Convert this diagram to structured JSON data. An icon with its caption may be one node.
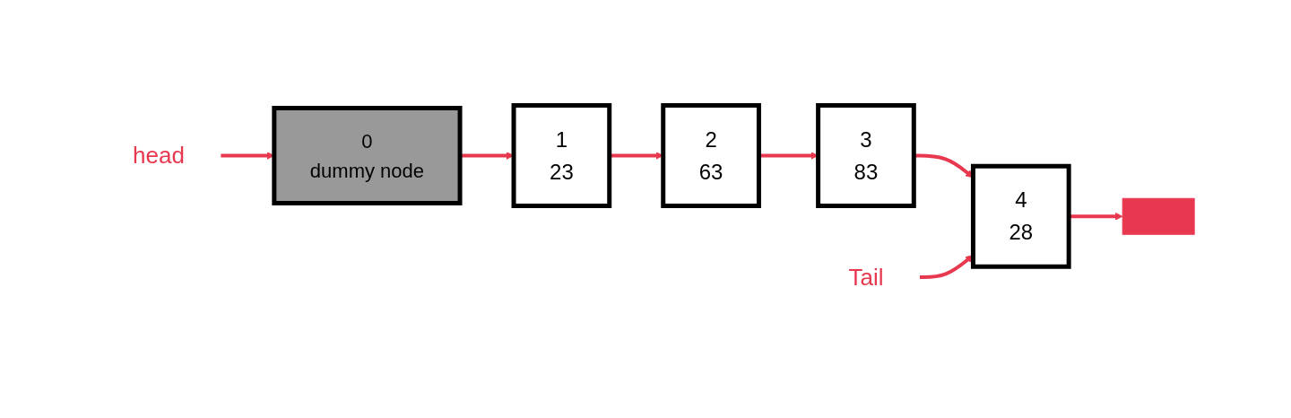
{
  "diagram": {
    "nodes": [
      {
        "text": [
          "head"
        ]
      },
      {
        "text": [
          "0",
          "dummy node"
        ]
      },
      {
        "text": [
          "1",
          "23"
        ]
      },
      {
        "text": [
          "2",
          "63"
        ]
      },
      {
        "text": [
          "3",
          "83"
        ]
      },
      {
        "text": [
          "4",
          "28"
        ]
      },
      {
        "text": [],
        "shape": "bar"
      },
      {
        "text": [
          "Tail"
        ]
      }
    ],
    "edges": [
      {
        "from": 0,
        "to": 1,
        "arrow": "to"
      },
      {
        "from": 1,
        "to": 2,
        "arrow": "to"
      },
      {
        "from": 2,
        "to": 3,
        "arrow": "to"
      },
      {
        "from": 3,
        "to": 4,
        "arrow": "to"
      },
      {
        "from": 4,
        "to": 5,
        "arrow": "to"
      },
      {
        "from": 5,
        "to": 6,
        "arrow": "to"
      },
      {
        "from": 7,
        "to": 5,
        "arrow": "to"
      }
    ]
  }
}
